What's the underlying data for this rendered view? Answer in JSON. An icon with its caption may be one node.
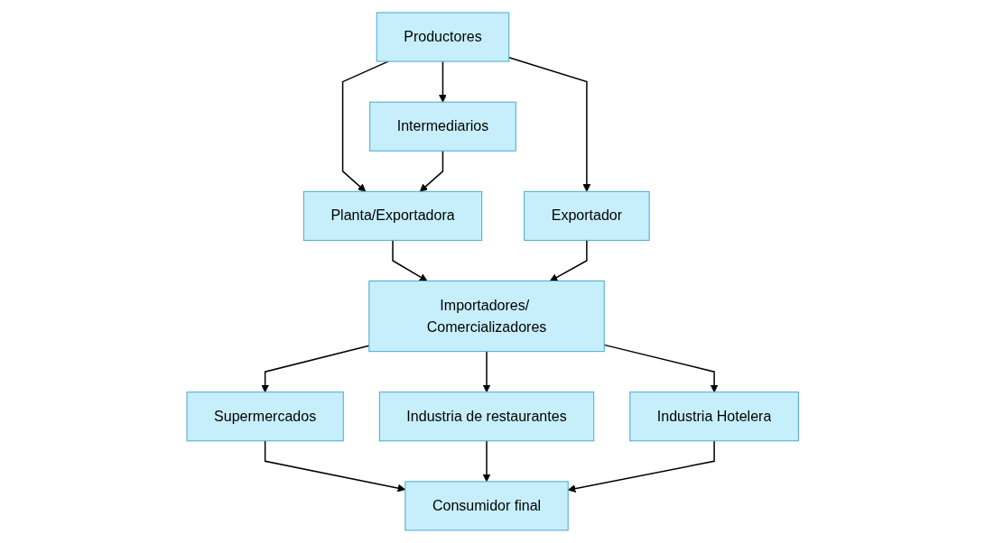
{
  "diagram": {
    "nodes": [
      {
        "text": [
          "Productores"
        ]
      },
      {
        "text": [
          "Planta/Exportadora"
        ]
      },
      {
        "text": [
          "Intermediarios"
        ]
      },
      {
        "text": [
          "Exportador"
        ]
      },
      {
        "text": [
          "Importadores/ Comercializadores"
        ]
      },
      {
        "text": [
          "Supermercados"
        ]
      },
      {
        "text": [
          "Industria de restaurantes"
        ]
      },
      {
        "text": [
          "Industria Hotelera"
        ]
      },
      {
        "text": [
          "Consumidor final"
        ]
      }
    ],
    "edges": [
      {
        "from": 0,
        "to": 1,
        "arrow": "to"
      },
      {
        "from": 0,
        "to": 2,
        "arrow": "to"
      },
      {
        "from": 0,
        "to": 3,
        "arrow": "to"
      },
      {
        "from": 2,
        "to": 1,
        "arrow": "to"
      },
      {
        "from": 1,
        "to": 4,
        "arrow": "to"
      },
      {
        "from": 3,
        "to": 4,
        "arrow": "to"
      },
      {
        "from": 4,
        "to": 5,
        "arrow": "to"
      },
      {
        "from": 4,
        "to": 6,
        "arrow": "to"
      },
      {
        "from": 4,
        "to": 7,
        "arrow": "to"
      },
      {
        "from": 5,
        "to": 8,
        "arrow": "to"
      },
      {
        "from": 6,
        "to": 8,
        "arrow": "to"
      },
      {
        "from": 7,
        "to": 8,
        "arrow": "to"
      }
    ]
  }
}
